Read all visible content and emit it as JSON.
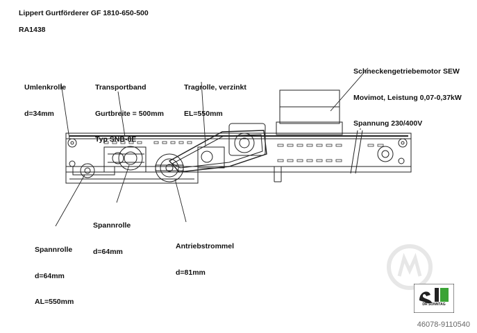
{
  "title": "Lippert Gurtförderer GF 1810-650-500",
  "ref": "RA1438",
  "labels": {
    "umlenkrolle": [
      "Umlenkrolle",
      "d=34mm"
    ],
    "transportband": [
      "Transportband",
      "Gurtbreite = 500mm",
      "Typ SNB-8E"
    ],
    "tragrolle": [
      "Tragrolle, verzinkt",
      "EL=550mm"
    ],
    "motor": [
      "Schneckengetriebemotor SEW",
      "Movimot, Leistung 0,07-0,37kW",
      "Spannung 230/400V"
    ],
    "spannrolle_1": [
      "Spannrolle",
      "d=64mm"
    ],
    "spannrolle_2": [
      "Spannrolle",
      "d=64mm",
      "AL=550mm"
    ],
    "antriebstrommel": [
      "Antriebstrommel",
      "d=81mm"
    ]
  },
  "logo": {
    "text": "DR SONNTAG",
    "icon": "sonntag-logo-icon",
    "accent": "#3aa335"
  },
  "watermark_icon": "machineseeker-watermark-icon",
  "footer_id": "46078-9110540"
}
